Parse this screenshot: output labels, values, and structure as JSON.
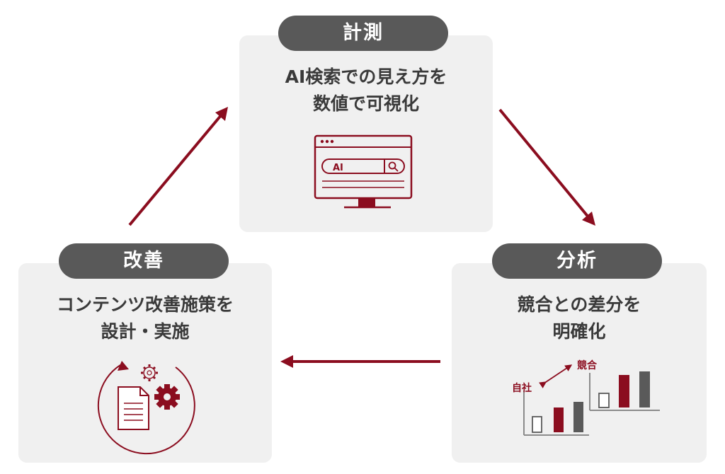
{
  "colors": {
    "accent": "#8b0d1f",
    "pill": "#595959",
    "card": "#f0f0f0",
    "text": "#3a3a3a",
    "bar_gray": "#5a5a5a"
  },
  "measure": {
    "label": "計測",
    "lines": [
      "AI検索での見え方を",
      "数値で可視化"
    ],
    "icon": "monitor-search-icon",
    "search_text": "AI"
  },
  "analyze": {
    "label": "分析",
    "lines": [
      "競合との差分を",
      "明確化"
    ],
    "icon": "comparison-chart-icon",
    "own_label": "自社",
    "competitor_label": "競合"
  },
  "improve": {
    "label": "改善",
    "lines": [
      "コンテンツ改善施策を",
      "設計・実施"
    ],
    "icon": "document-gear-cycle-icon"
  },
  "arrows": [
    "arrow-measure-to-analyze",
    "arrow-analyze-to-improve",
    "arrow-improve-to-measure"
  ]
}
